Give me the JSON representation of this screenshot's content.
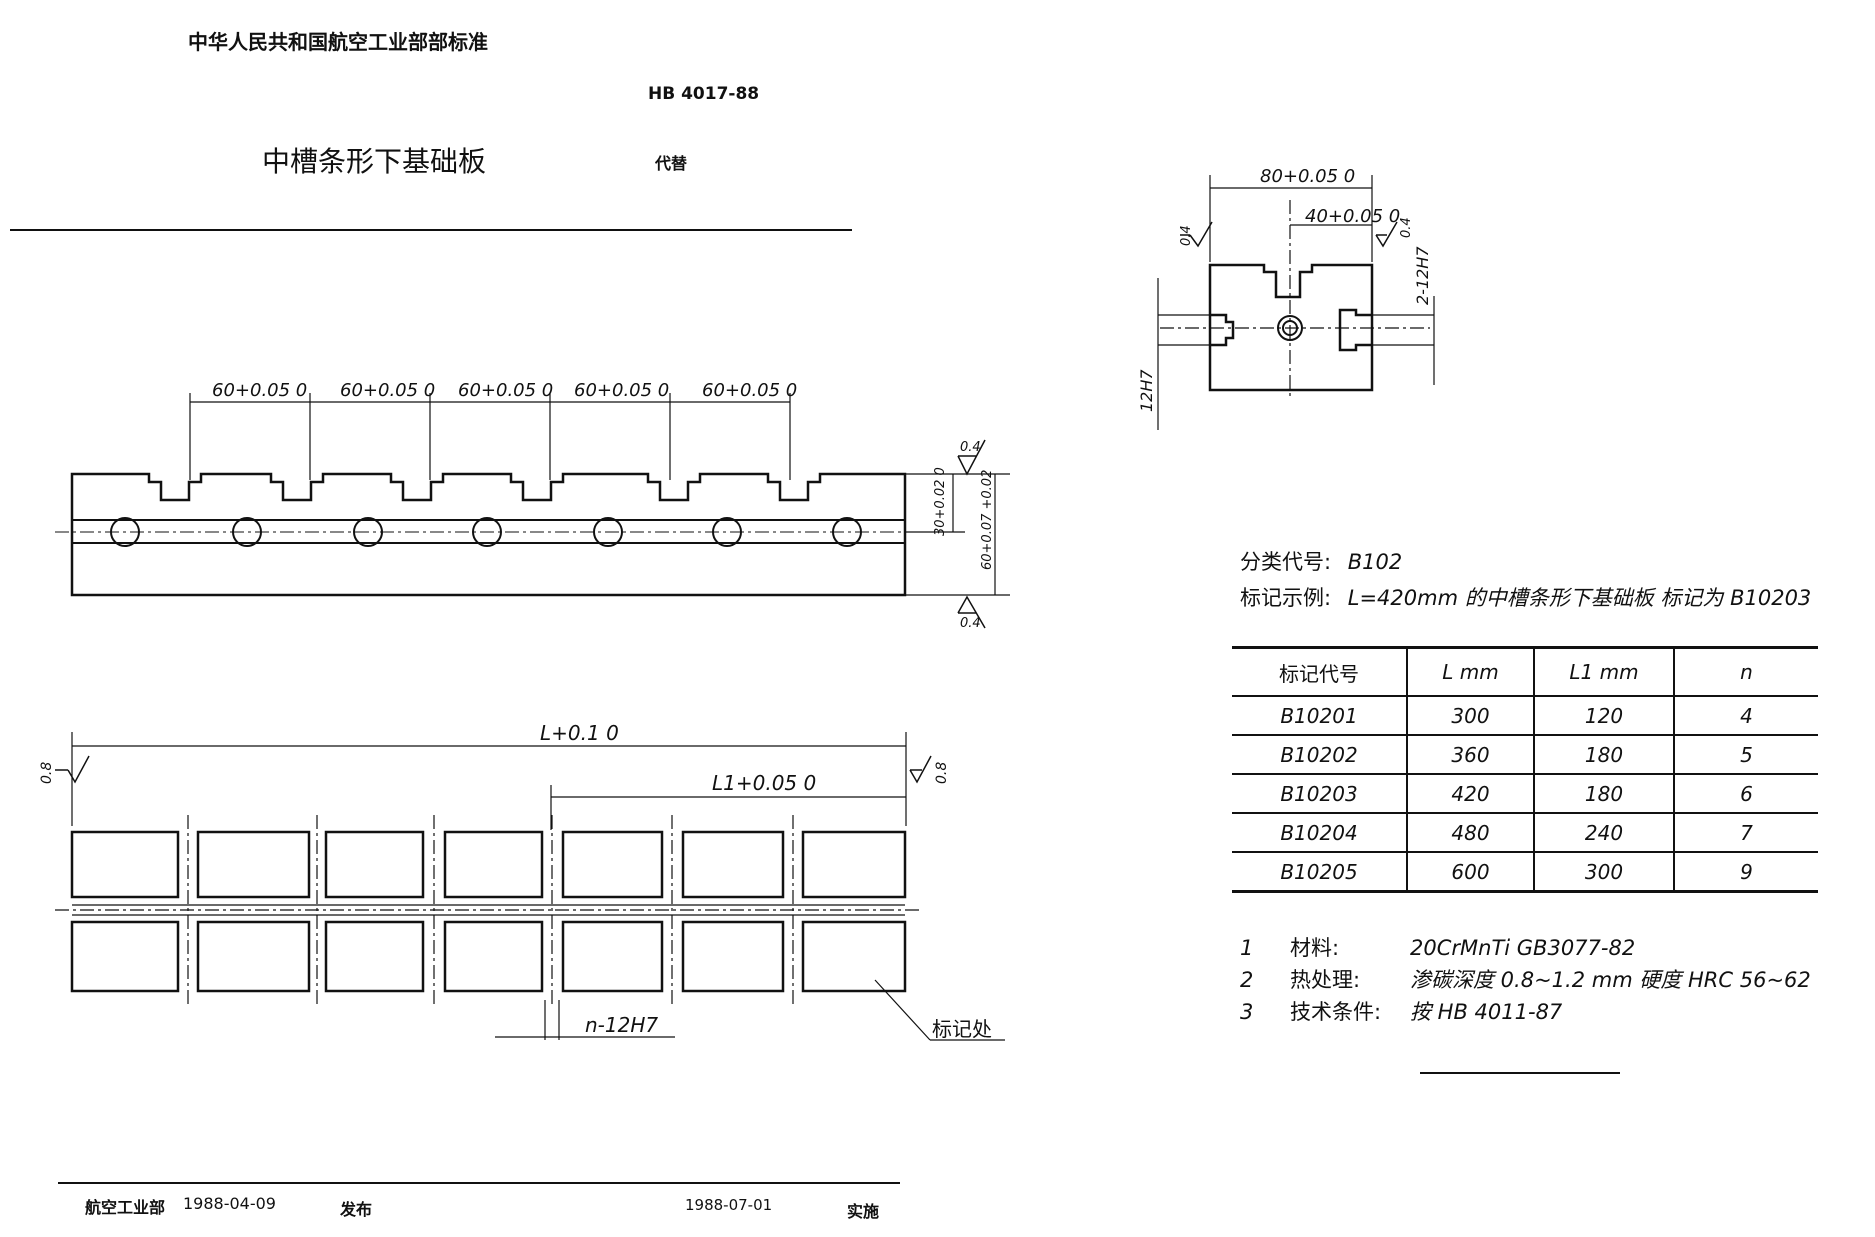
{
  "header": {
    "org_title": "中华人民共和国航空工业部部标准",
    "std_number": "HB 4017-88",
    "doc_title": "中槽条形下基础板",
    "replaces": "代替"
  },
  "top_view": {
    "pitch_labels": [
      "60+0.05 0",
      "60+0.05 0",
      "60+0.05 0",
      "60+0.05 0",
      "60+0.05 0"
    ],
    "dim_30": "30+0.02 0",
    "dim_60": "60+0.07 +0.02",
    "rough_top": "0.4",
    "rough_bottom": "0.4"
  },
  "plan_view": {
    "dim_L": "L+0.1 0",
    "dim_L1": "L1+0.05 0",
    "rough_left": "0.8",
    "rough_right": "0.8",
    "dim_n": "n-12H7",
    "mark_label": "标记处"
  },
  "side_view": {
    "dim_80": "80+0.05 0",
    "dim_40": "40+0.05 0",
    "rough_left": "0.4",
    "rough_right": "0.4",
    "dim_2_12h7": "2-12H7",
    "dim_12h7": "12H7"
  },
  "classification": {
    "label": "分类代号:",
    "value": "B102"
  },
  "marking_example": {
    "label": "标记示例:",
    "value": "L=420mm 的中槽条形下基础板 标记为 B10203"
  },
  "table": {
    "headers": [
      "标记代号",
      "L mm",
      "L1 mm",
      "n"
    ],
    "rows": [
      [
        "B10201",
        "300",
        "120",
        "4"
      ],
      [
        "B10202",
        "360",
        "180",
        "5"
      ],
      [
        "B10203",
        "420",
        "180",
        "6"
      ],
      [
        "B10204",
        "480",
        "240",
        "7"
      ],
      [
        "B10205",
        "600",
        "300",
        "9"
      ]
    ]
  },
  "notes": [
    {
      "num": "1",
      "label": "材料:",
      "text": "20CrMnTi  GB3077-82"
    },
    {
      "num": "2",
      "label": "热处理:",
      "text": "渗碳深度 0.8~1.2 mm  硬度 HRC 56~62"
    },
    {
      "num": "3",
      "label": "技术条件:",
      "text": "按 HB 4011-87"
    }
  ],
  "footer": {
    "issuer": "航空工业部",
    "issue_date": "1988-04-09",
    "issue_word": "发布",
    "impl_date": "1988-07-01",
    "impl_word": "实施"
  }
}
